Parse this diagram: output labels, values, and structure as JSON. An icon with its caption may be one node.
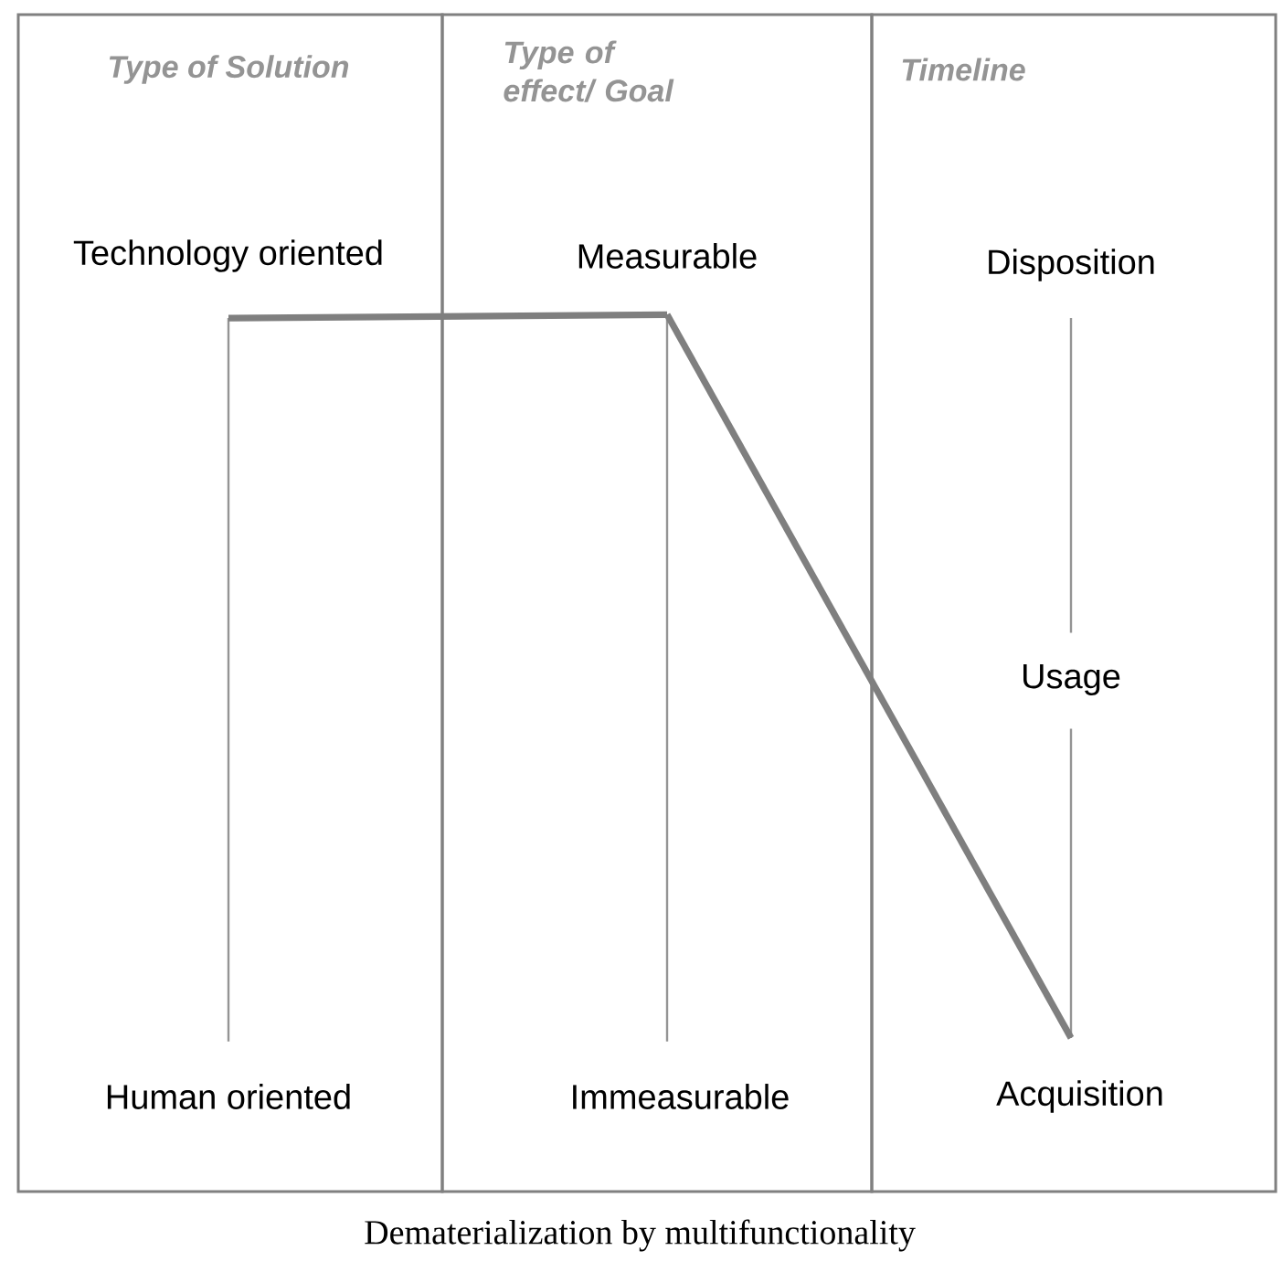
{
  "diagram": {
    "caption": "Dematerialization by multifunctionality",
    "nodes": [
      {
        "text": [
          "Type of Solution"
        ]
      },
      {
        "text": [
          "Technology oriented"
        ],
        "in": 0
      },
      {
        "text": [
          "Human oriented"
        ],
        "in": 0
      },
      {
        "text": [
          "Type of effect/ Goal"
        ]
      },
      {
        "text": [
          "Measurable"
        ],
        "in": 3
      },
      {
        "text": [
          "Immeasurable"
        ],
        "in": 3
      },
      {
        "text": [
          "Timeline"
        ]
      },
      {
        "text": [
          "Disposition"
        ],
        "in": 6
      },
      {
        "text": [
          "Usage"
        ],
        "in": 6
      },
      {
        "text": [
          "Acquisition"
        ],
        "in": 6
      }
    ],
    "edges": [
      {
        "from": 1,
        "to": 2,
        "arrow": "none"
      },
      {
        "from": 4,
        "to": 5,
        "arrow": "none"
      },
      {
        "from": 7,
        "to": 8,
        "arrow": "none"
      },
      {
        "from": 8,
        "to": 9,
        "arrow": "none"
      },
      {
        "from": 1,
        "to": 4,
        "arrow": "none",
        "style": "thick",
        "color": "#7f7f7f"
      },
      {
        "from": 4,
        "to": 9,
        "arrow": "none",
        "style": "thick",
        "color": "#7f7f7f"
      }
    ]
  }
}
